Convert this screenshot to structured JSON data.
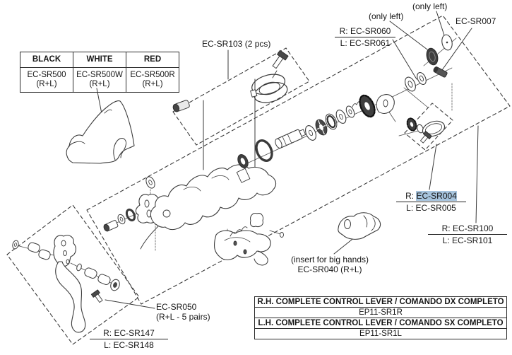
{
  "colors": {
    "line": "#3a3a3a",
    "text": "#161616",
    "highlight": "#a7c4dd"
  },
  "color_table": {
    "headers": [
      "BLACK",
      "WHITE",
      "RED"
    ],
    "parts": [
      {
        "code": "EC-SR500",
        "qty": "(R+L)"
      },
      {
        "code": "EC-SR500W",
        "qty": "(R+L)"
      },
      {
        "code": "EC-SR500R",
        "qty": "(R+L)"
      }
    ]
  },
  "labels": {
    "sr103": "EC-SR103 (2 pcs)",
    "only_left": "(only left)",
    "sr007": "EC-SR007",
    "sr060_r": "R: EC-SR060",
    "sr061_l": "L: EC-SR061",
    "sr004_prefix": "R: ",
    "sr004_code": "EC-SR004",
    "sr005_l": "L: EC-SR005",
    "sr100_r": "R: EC-SR100",
    "sr101_l": "L: EC-SR101",
    "sr040_note": "(insert for big hands)",
    "sr040_code": "EC-SR040 (R+L)",
    "sr050_code": "EC-SR050",
    "sr050_note": "(R+L - 5 pairs)",
    "sr147_r": "R: EC-SR147",
    "sr148_l": "L: EC-SR148"
  },
  "summary_table": {
    "rows": [
      {
        "title": "R.H. COMPLETE CONTROL LEVER / COMANDO DX COMPLETO",
        "code": "EP11-SR1R"
      },
      {
        "title": "L.H. COMPLETE CONTROL LEVER / COMANDO SX COMPLETO",
        "code": "EP11-SR1L"
      }
    ]
  }
}
